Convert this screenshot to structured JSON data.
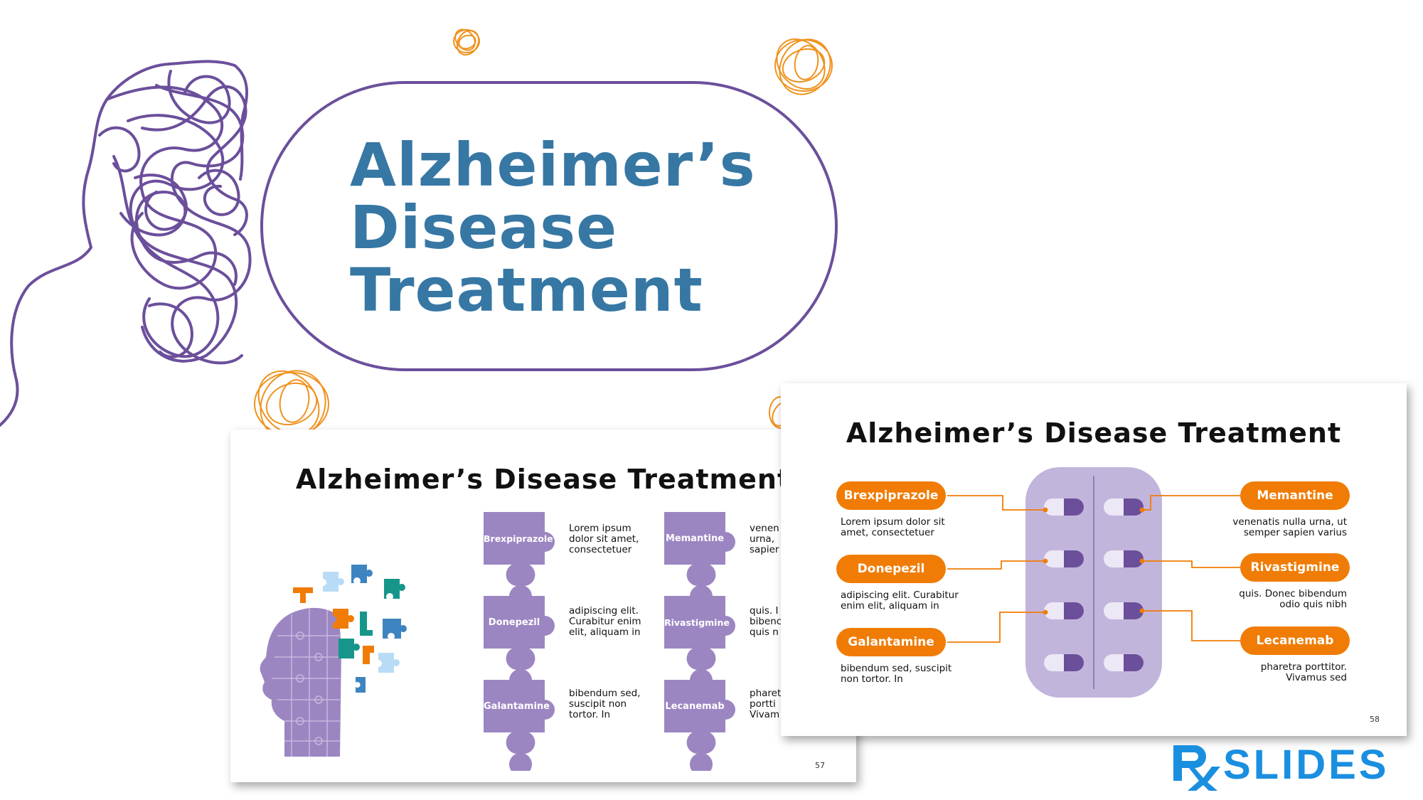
{
  "title": {
    "line1": "Alzheimer’s",
    "line2": "Disease",
    "line3": "Treatment"
  },
  "slide_puzzle": {
    "title": "Alzheimer’s Disease Treatment",
    "page": "57",
    "items": [
      {
        "label": "Brexpiprazole",
        "desc": "Lorem ipsum\ndolor sit amet,\nconsectetuer"
      },
      {
        "label": "Memantine",
        "desc": "venen\nurna,\nsapier"
      },
      {
        "label": "Donepezil",
        "desc": "adipiscing elit.\nCurabitur enim\nelit, aliquam in"
      },
      {
        "label": "Rivastigmine",
        "desc": "quis. I\nbibenc\nquis n"
      },
      {
        "label": "Galantamine",
        "desc": "bibendum sed,\nsuscipit non\ntortor. In"
      },
      {
        "label": "Lecanemab",
        "desc": "pharet\nportti\nVivam"
      }
    ]
  },
  "slide_pills": {
    "title": "Alzheimer’s Disease Treatment",
    "page": "58",
    "left": [
      {
        "label": "Brexpiprazole",
        "desc": "Lorem ipsum dolor sit\namet, consectetuer"
      },
      {
        "label": "Donepezil",
        "desc": "adipiscing elit. Curabitur\nenim elit, aliquam in"
      },
      {
        "label": "Galantamine",
        "desc": "bibendum sed, suscipit\nnon tortor. In"
      }
    ],
    "right": [
      {
        "label": "Memantine",
        "desc": "venenatis nulla urna, ut\nsemper sapien varius"
      },
      {
        "label": "Rivastigmine",
        "desc": "quis. Donec bibendum\nodio quis nibh"
      },
      {
        "label": "Lecanemab",
        "desc": "pharetra porttitor.\nVivamus sed"
      }
    ]
  },
  "logo": {
    "mark": "Rx",
    "text": "SLIDES"
  },
  "colors": {
    "title_blue": "#3677a4",
    "purple": "#6b4f9b",
    "lavender": "#9b86c2",
    "orange": "#f07c05",
    "teal": "#16968b",
    "logo_blue": "#1a8fe0"
  }
}
